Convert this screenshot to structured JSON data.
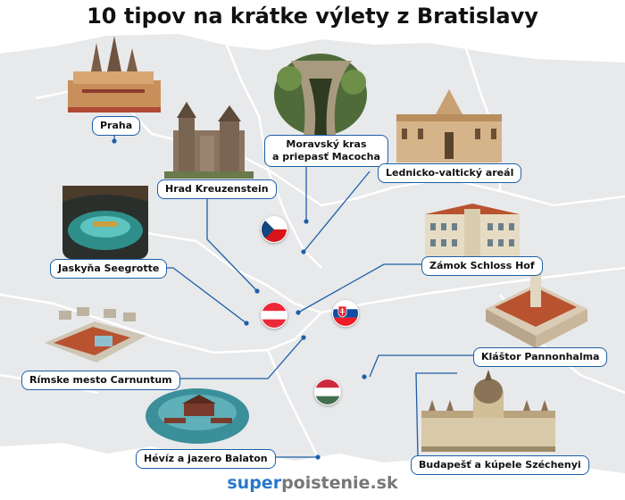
{
  "title": "10 tipov na krátke výlety z Bratislavy",
  "colors": {
    "land": "#e8e9eb",
    "border": "#ffffff",
    "accent": "#1c5fa8"
  },
  "places": [
    {
      "label": "Praha",
      "icon": "castle-city-icon"
    },
    {
      "label": "Moravský kras\na priepasť Macocha",
      "icon": "cave-gorge-icon"
    },
    {
      "label": "Lednicko-valtický areál",
      "icon": "chateau-icon"
    },
    {
      "label": "Hrad Kreuzenstein",
      "icon": "castle-icon"
    },
    {
      "label": "Jaskyňa Seegrotte",
      "icon": "grotto-lake-icon"
    },
    {
      "label": "Zámok Schloss Hof",
      "icon": "palace-icon"
    },
    {
      "label": "Kláštor Pannonhalma",
      "icon": "monastery-icon"
    },
    {
      "label": "Rímske mesto Carnuntum",
      "icon": "ruins-icon"
    },
    {
      "label": "Hévíz a jazero Balaton",
      "icon": "lake-bath-icon"
    },
    {
      "label": "Budapešť a kúpele Széchenyi",
      "icon": "parliament-icon"
    }
  ],
  "flags": [
    {
      "name": "czech-flag-icon"
    },
    {
      "name": "austria-flag-icon"
    },
    {
      "name": "slovakia-flag-icon"
    },
    {
      "name": "hungary-flag-icon"
    }
  ],
  "brand": {
    "part1": "super",
    "part2": "poistenie.sk"
  }
}
